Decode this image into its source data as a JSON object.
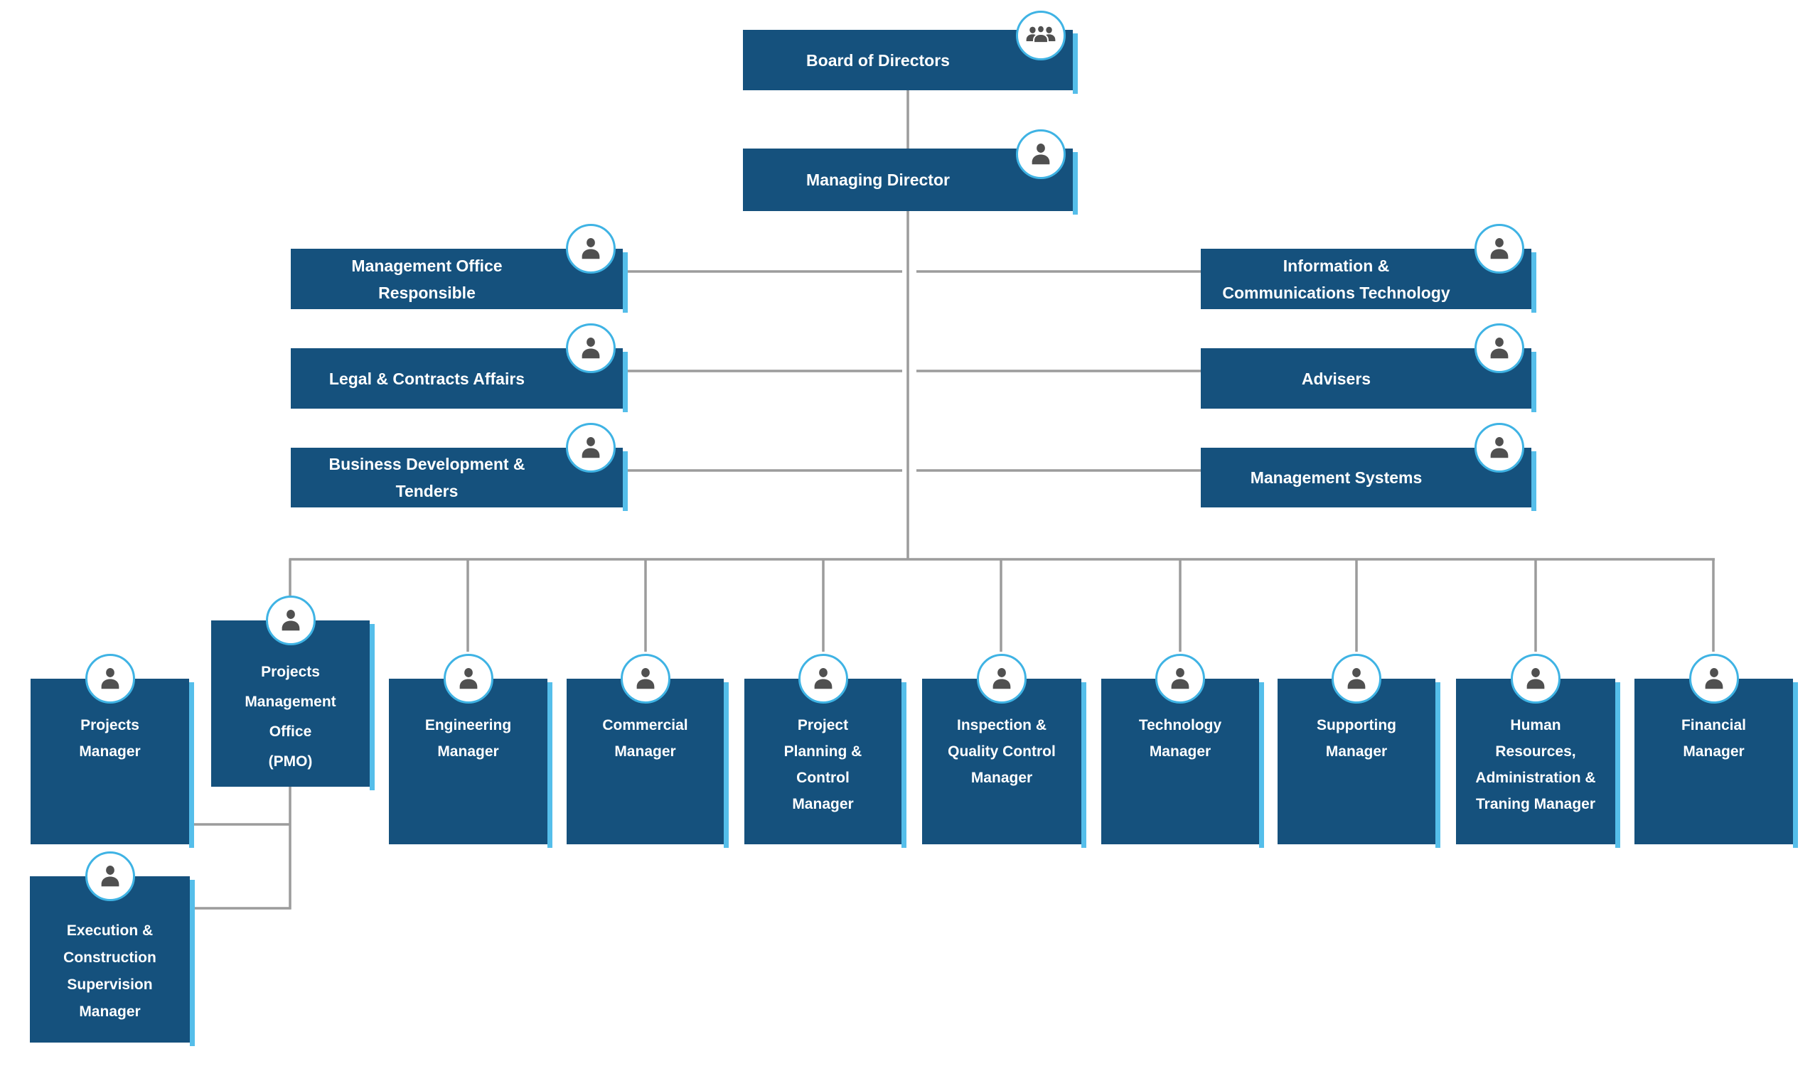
{
  "palette": {
    "box_blue": "#15517d",
    "accent_light_blue": "#55beea",
    "badge_ring_blue": "#3fb3e4",
    "icon_gray": "#505050",
    "connector_gray": "#9c9c9c",
    "text_white": "#ffffff",
    "background": "#ffffff"
  },
  "nodes": {
    "board": {
      "label": "Board of Directors",
      "icon": "people-group-icon"
    },
    "managing": {
      "label": "Managing Director",
      "icon": "person-icon"
    },
    "mgmt_office": {
      "label": "Management Office\nResponsible",
      "icon": "person-icon"
    },
    "legal": {
      "label": "Legal & Contracts Affairs",
      "icon": "person-icon"
    },
    "bizdev": {
      "label": "Business Development &\nTenders",
      "icon": "person-icon"
    },
    "ict": {
      "label": "Information &\nCommunications Technology",
      "icon": "person-icon"
    },
    "advisers": {
      "label": "Advisers",
      "icon": "person-icon"
    },
    "mgmt_systems": {
      "label": "Management Systems",
      "icon": "person-icon"
    },
    "projects_mgr": {
      "label": "Projects\nManager",
      "icon": "person-icon"
    },
    "pmo": {
      "label": "Projects\nManagement\nOffice\n(PMO)",
      "icon": "person-icon"
    },
    "engineering": {
      "label": "Engineering\nManager",
      "icon": "person-icon"
    },
    "commercial": {
      "label": "Commercial\nManager",
      "icon": "person-icon"
    },
    "planning": {
      "label": "Project\nPlanning &\nControl\nManager",
      "icon": "person-icon"
    },
    "inspection": {
      "label": "Inspection &\nQuality Control\nManager",
      "icon": "person-icon"
    },
    "technology": {
      "label": "Technology\nManager",
      "icon": "person-icon"
    },
    "supporting": {
      "label": "Supporting\nManager",
      "icon": "person-icon"
    },
    "hr": {
      "label": "Human\nResources,\nAdministration &\nTraning Manager",
      "icon": "person-icon"
    },
    "financial": {
      "label": "Financial\nManager",
      "icon": "person-icon"
    },
    "execution": {
      "label": "Execution &\nConstruction\nSupervision\nManager",
      "icon": "person-icon"
    }
  }
}
